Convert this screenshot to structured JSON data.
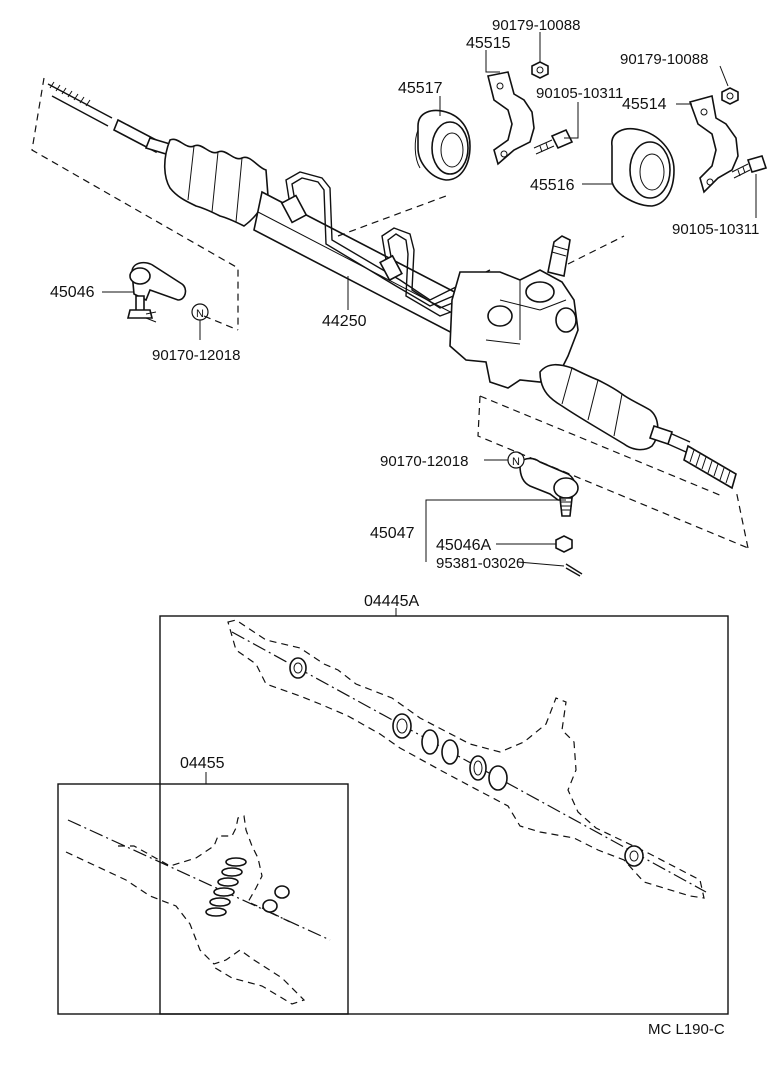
{
  "diagram": {
    "labels": {
      "p90179_a": "90179-10088",
      "p45515": "45515",
      "p90179_b": "90179-10088",
      "p45517": "45517",
      "p90105_a": "90105-10311",
      "p45514": "45514",
      "p45516": "45516",
      "p90105_b": "90105-10311",
      "p45046": "45046",
      "p44250": "44250",
      "p90170_a": "90170-12018",
      "p90170_b": "90170-12018",
      "p45047": "45047",
      "p45046A": "45046A",
      "p95381": "95381-03020",
      "p04445A": "04445A",
      "p04455": "04455",
      "code": "MC L190-C"
    },
    "nut_marks": {
      "a": "N",
      "b": "N"
    }
  }
}
